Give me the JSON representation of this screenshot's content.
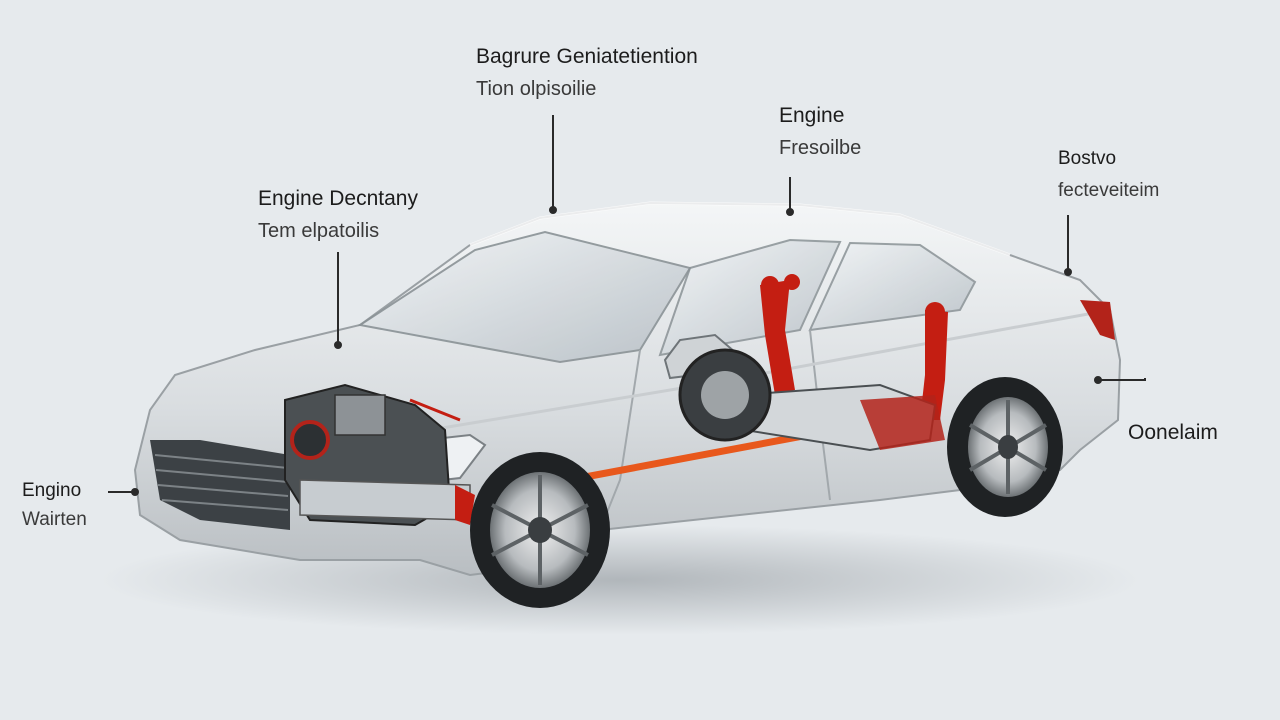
{
  "colors": {
    "background": "#e6eaed",
    "body": "#dde1e4",
    "accent_red": "#c41e12",
    "accent_orange": "#e8581c",
    "leader_line": "#2a2a2a"
  },
  "callouts": {
    "top_center": {
      "title": "Bagrure Geniatetiention",
      "subtitle": "Tion olpisoilie"
    },
    "top_right": {
      "title": "Engine",
      "subtitle": "Fresoilbe"
    },
    "far_right": {
      "title": "Bostvo",
      "subtitle": "fecteveiteim"
    },
    "left_upper": {
      "title": "Engine Decntany",
      "subtitle": "Tem elpatoilis"
    },
    "right_mid": {
      "title": "Oonelaim"
    },
    "left_lower": {
      "title": "Engino",
      "subtitle": "Wairten"
    }
  }
}
